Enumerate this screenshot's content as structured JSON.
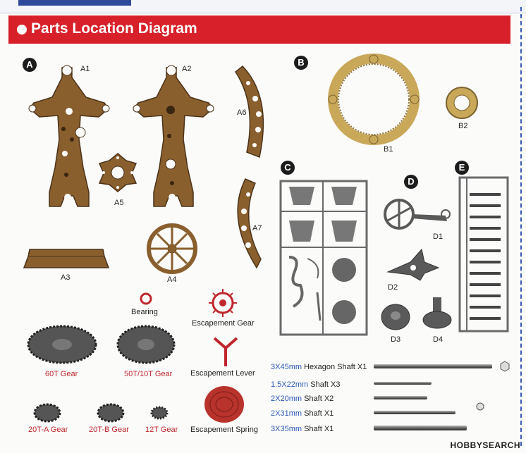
{
  "header": {
    "title": "Parts Location Diagram"
  },
  "sections": [
    "A",
    "B",
    "C",
    "D",
    "E"
  ],
  "parts": {
    "a1": "A1",
    "a2": "A2",
    "a3": "A3",
    "a4": "A4",
    "a5": "A5",
    "a6": "A6",
    "a7": "A7",
    "b1": "B1",
    "b2": "B2",
    "d1": "D1",
    "d2": "D2",
    "d3": "D3",
    "d4": "D4"
  },
  "named_parts": {
    "bearing": "Bearing",
    "escapement_gear": "Escapement Gear",
    "escapement_lever": "Escapement Lever",
    "escapement_spring": "Escapement Spring",
    "gear_60t": "60T Gear",
    "gear_50t_10t": "50T/10T Gear",
    "gear_20t_a": "20T-A Gear",
    "gear_20t_b": "20T-B Gear",
    "gear_12t": "12T Gear"
  },
  "shafts": [
    {
      "dim": "3X45mm",
      "name": "Hexagon Shaft X1"
    },
    {
      "dim": "1.5X22mm",
      "name": "Shaft X3"
    },
    {
      "dim": "2X20mm",
      "name": "Shaft X2"
    },
    {
      "dim": "2X31mm",
      "name": "Shaft X1"
    },
    {
      "dim": "3X35mm",
      "name": "Shaft X1"
    }
  ],
  "watermark": {
    "brand": "HOBBY",
    "suffix": "SEARCH"
  },
  "colors": {
    "banner": "#d8202a",
    "bronze": "#8a5f2e",
    "brass": "#c9a85a",
    "steel": "#5a5a5a",
    "label_red": "#c0262e",
    "label_blue": "#2c5bb8"
  }
}
